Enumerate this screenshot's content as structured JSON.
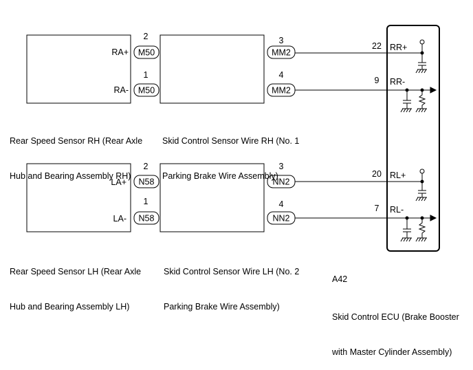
{
  "sensors": [
    {
      "pos_label": "RA+",
      "neg_label": "RA-",
      "pos_pin": "2",
      "neg_pin": "1",
      "connector": "M50",
      "name_line1": "Rear Speed Sensor RH (Rear Axle",
      "name_line2": "Hub and Bearing Assembly RH)"
    },
    {
      "pos_label": "LA+",
      "neg_label": "LA-",
      "pos_pin": "2",
      "neg_pin": "1",
      "connector": "N58",
      "name_line1": "Rear Speed Sensor LH (Rear Axle",
      "name_line2": "Hub and Bearing Assembly LH)"
    }
  ],
  "wires": [
    {
      "connector": "MM2",
      "pos_pin": "3",
      "neg_pin": "4",
      "name_line1": "Skid Control Sensor Wire RH (No. 1",
      "name_line2": "Parking Brake Wire Assembly)"
    },
    {
      "connector": "NN2",
      "pos_pin": "3",
      "neg_pin": "4",
      "name_line1": "Skid Control Sensor Wire LH (No. 2",
      "name_line2": "Parking Brake Wire Assembly)"
    }
  ],
  "ecu": {
    "code": "A42",
    "name_line1": "Skid Control ECU (Brake Booster",
    "name_line2": "with Master Cylinder Assembly)",
    "terminals": [
      {
        "pin": "22",
        "label": "RR+"
      },
      {
        "pin": "9",
        "label": "RR-"
      },
      {
        "pin": "20",
        "label": "RL+"
      },
      {
        "pin": "7",
        "label": "RL-"
      }
    ]
  }
}
